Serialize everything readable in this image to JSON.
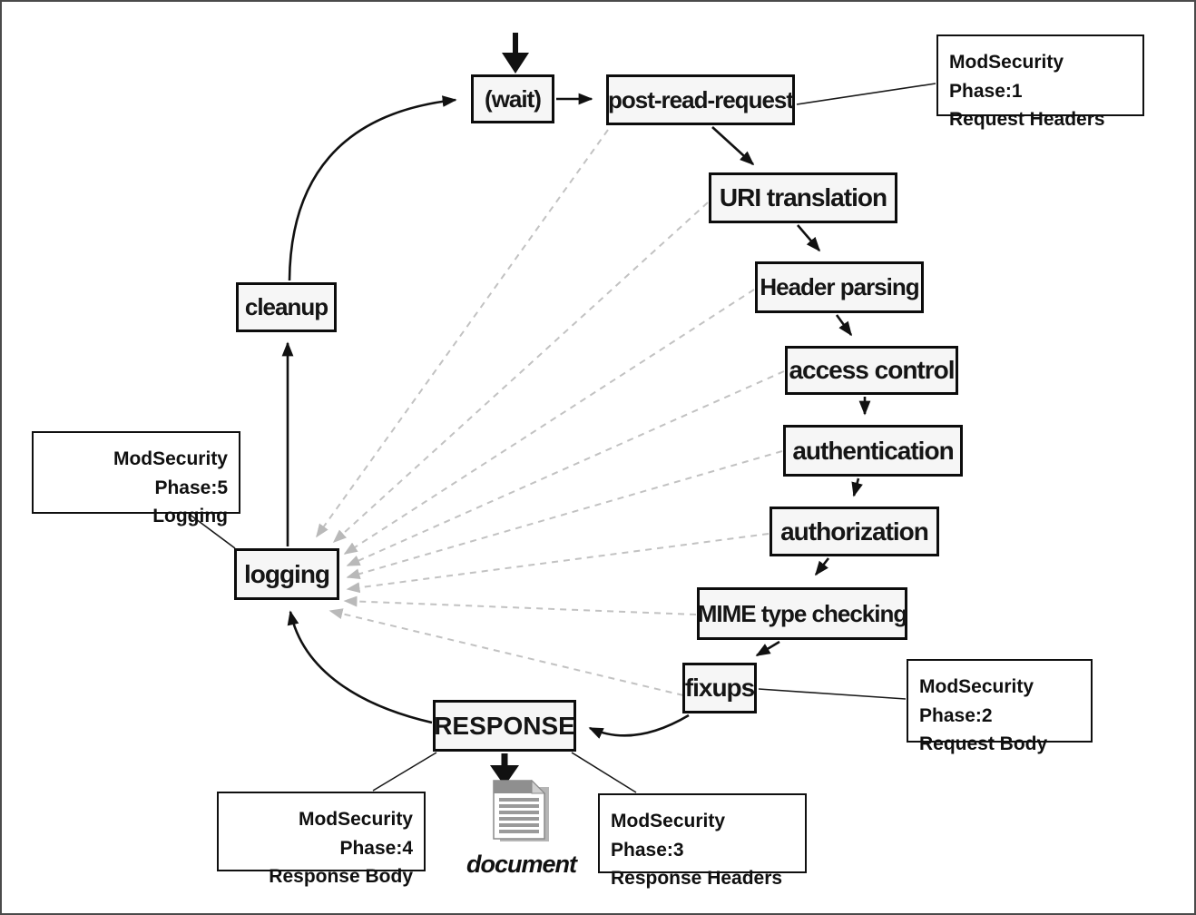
{
  "diagram": {
    "title_hint": "Apache request cycle with ModSecurity phases",
    "nodes": {
      "wait": "(wait)",
      "post_read_request": "post-read-request",
      "uri_translation": "URI translation",
      "header_parsing": "Header parsing",
      "access_control": "access control",
      "authentication": "authentication",
      "authorization": "authorization",
      "mime_type_checking": "MIME type checking",
      "fixups": "fixups",
      "response": "RESPONSE",
      "logging": "logging",
      "cleanup": "cleanup"
    },
    "callouts": {
      "phase1": {
        "line1": "ModSecurity Phase:1",
        "line2": "Request Headers"
      },
      "phase2": {
        "line1": "ModSecurity Phase:2",
        "line2": "Request Body"
      },
      "phase3": {
        "line1": "ModSecurity Phase:3",
        "line2": "Response Headers"
      },
      "phase4": {
        "line1": "ModSecurity Phase:4",
        "line2": "Response Body"
      },
      "phase5": {
        "line1": "ModSecurity Phase:5",
        "line2": "Logging"
      }
    },
    "document_label": "document",
    "colors": {
      "node_fill": "#f6f6f6",
      "node_border": "#0c0c0c",
      "dashed_line": "#c2c2c2",
      "callout_border": "#101010",
      "background": "#ffffff"
    }
  }
}
